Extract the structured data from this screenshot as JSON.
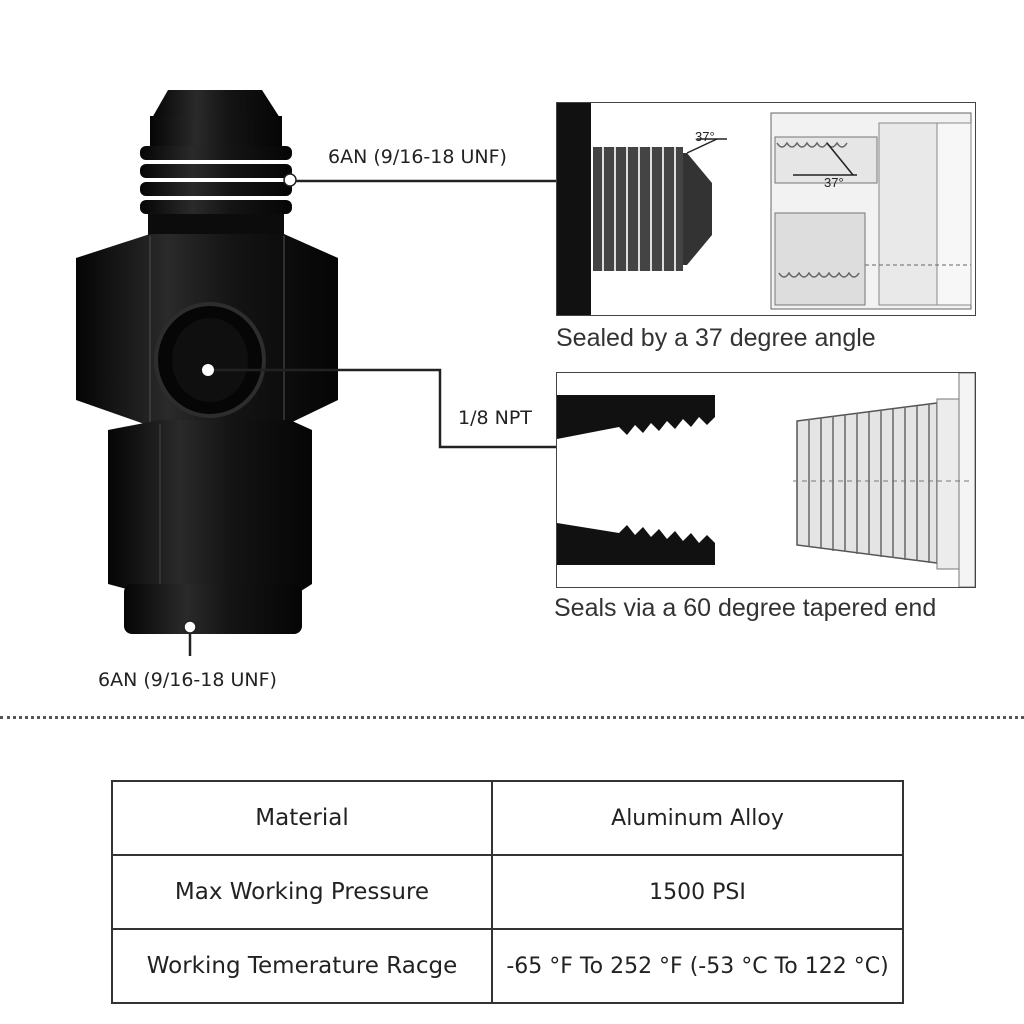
{
  "callouts": {
    "top_thread": "6AN (9/16-18 UNF)",
    "side_port": "1/8 NPT",
    "bottom_thread": "6AN (9/16-18 UNF)"
  },
  "panel_top": {
    "angle_left": "37°",
    "angle_right": "37°",
    "caption": "Sealed by a 37 degree angle"
  },
  "panel_bottom": {
    "caption": "Seals via a 60 degree tapered end"
  },
  "spec_table": {
    "rows": [
      {
        "label": "Material",
        "value": "Aluminum Alloy"
      },
      {
        "label": "Max Working Pressure",
        "value": "1500 PSI"
      },
      {
        "label": "Working Temerature Racge",
        "value": "-65 °F To 252 °F (-53 °C To 122 °C)"
      }
    ]
  },
  "colors": {
    "fitting_black": "#111111",
    "line": "#222222"
  }
}
